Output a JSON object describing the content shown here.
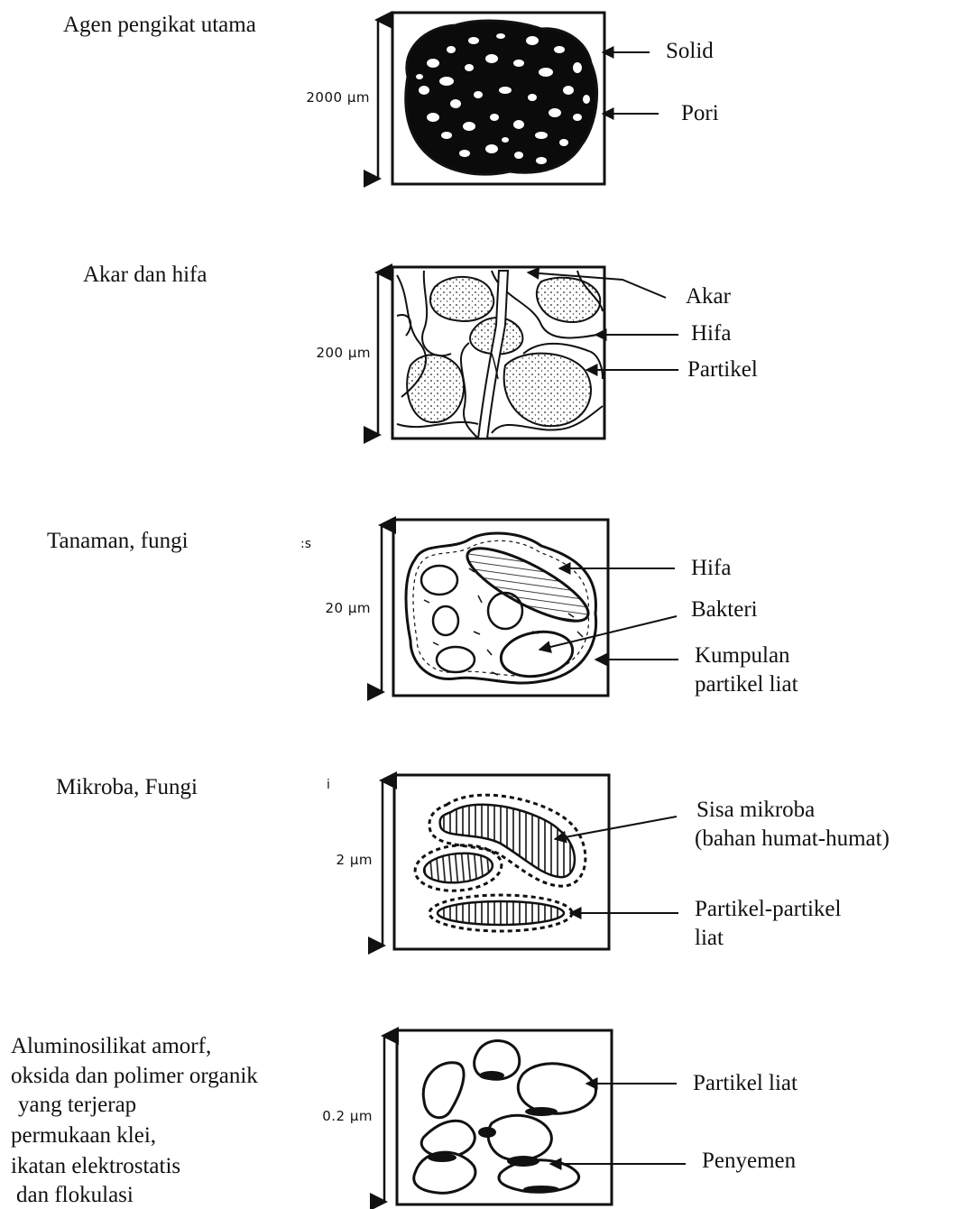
{
  "panels": [
    {
      "agent": [
        "Agen pengikat utama"
      ],
      "scale": "2000 µm",
      "callouts": [
        "Solid",
        "Pori"
      ]
    },
    {
      "agent": [
        "Akar dan hifa"
      ],
      "scale": "200 µm",
      "callouts": [
        "Akar",
        "Hifa",
        "Partikel"
      ]
    },
    {
      "agent": [
        "Tanaman, fungi"
      ],
      "scale": "20 µm",
      "mark": ":s",
      "callouts": [
        "Hifa",
        "Bakteri",
        "Kumpulan",
        "partikel liat"
      ]
    },
    {
      "agent": [
        "Mikroba, Fungi"
      ],
      "scale": "2 µm",
      "mark": "i",
      "callouts": [
        "Sisa mikroba",
        "(bahan humat-humat)",
        "Partikel-partikel",
        "liat"
      ]
    },
    {
      "agent": [
        "Aluminosilikat amorf,",
        "oksida dan polimer organik",
        "yang terjerap",
        "permukaan klei,",
        "ikatan elektrostatis",
        "dan flokulasi"
      ],
      "scale": "0.2 µm",
      "callouts": [
        "Partikel liat",
        "Penyemen"
      ]
    }
  ]
}
